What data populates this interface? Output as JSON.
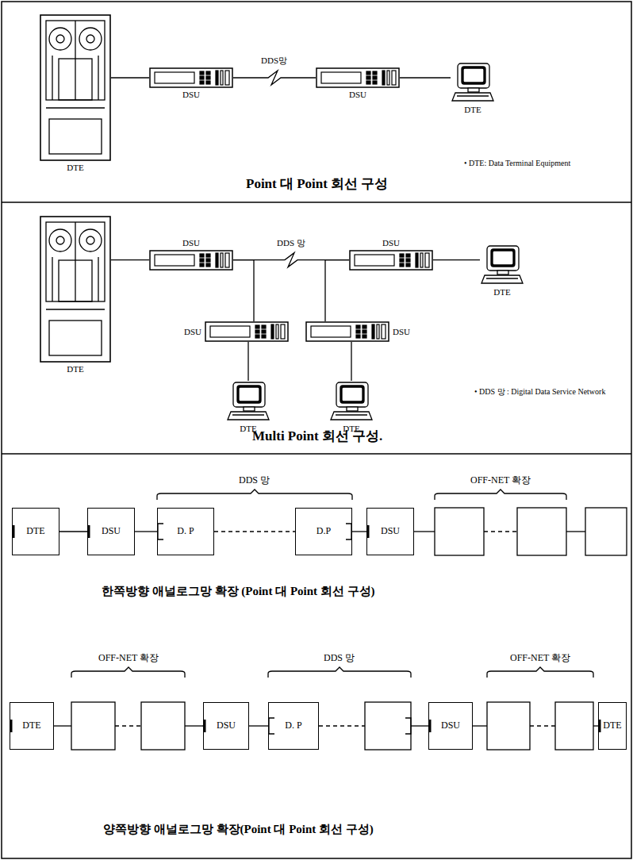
{
  "diagram": {
    "nodes": [
      {
        "text": [
          "DTE"
        ]
      },
      {
        "text": [
          "DSU"
        ]
      },
      {
        "text": [
          "DSU"
        ]
      },
      {
        "text": [
          "DTE"
        ]
      },
      {
        "text": [
          "DTE"
        ]
      },
      {
        "text": [
          "DSU"
        ]
      },
      {
        "text": [
          "DSU"
        ]
      },
      {
        "text": [
          "DTE"
        ]
      },
      {
        "text": [
          "DSU"
        ]
      },
      {
        "text": [
          "DTE"
        ]
      },
      {
        "text": [
          "DSU"
        ]
      },
      {
        "text": [
          "DTE"
        ]
      },
      {
        "text": [
          "DTE"
        ]
      },
      {
        "text": [
          "DSU"
        ]
      },
      {
        "text": [
          "D. P"
        ]
      },
      {
        "text": [
          "D.P"
        ]
      },
      {
        "text": [
          "DSU"
        ]
      },
      {
        "text": [
          "DTE"
        ]
      },
      {
        "text": [
          "DSU"
        ]
      },
      {
        "text": [
          "D. P"
        ]
      },
      {
        "text": [
          "DSU"
        ]
      },
      {
        "text": [
          "DTE"
        ]
      }
    ],
    "edges": [
      {
        "from": 0,
        "to": 1,
        "arrow": "none"
      },
      {
        "from": 1,
        "to": 2,
        "label": "DDS망",
        "arrow": "none"
      },
      {
        "from": 2,
        "to": 3,
        "arrow": "none"
      },
      {
        "from": 4,
        "to": 5,
        "arrow": "none"
      },
      {
        "from": 5,
        "to": 6,
        "label": "DDS 망",
        "arrow": "none"
      },
      {
        "from": 6,
        "to": 7,
        "arrow": "none"
      },
      {
        "from": 5,
        "to": 8,
        "arrow": "none"
      },
      {
        "from": 6,
        "to": 10,
        "arrow": "none"
      },
      {
        "from": 8,
        "to": 9,
        "arrow": "none"
      },
      {
        "from": 10,
        "to": 11,
        "arrow": "none"
      },
      {
        "from": 12,
        "to": 13,
        "arrow": "none"
      },
      {
        "from": 13,
        "to": 14,
        "arrow": "none"
      },
      {
        "from": 14,
        "to": 15,
        "arrow": "none"
      },
      {
        "from": 15,
        "to": 16,
        "arrow": "none"
      },
      {
        "from": 18,
        "to": 19,
        "arrow": "none"
      }
    ],
    "labels": [
      "• DTE: Data Terminal Equipment",
      "Point 대 Point 회선 구성",
      "• DDS 망 : Digital Data Service Network",
      "Multi Point 회선 구성.",
      "DDS 망",
      "OFF-NET 확장",
      "한쪽방향 애널로그망 확장 (Point 대 Point 회선 구성)",
      "OFF-NET 확장",
      "DDS 망",
      "OFF-NET 확장",
      "양쪽방향 애널로그망 확장(Point 대 Point 회선 구성)"
    ]
  }
}
